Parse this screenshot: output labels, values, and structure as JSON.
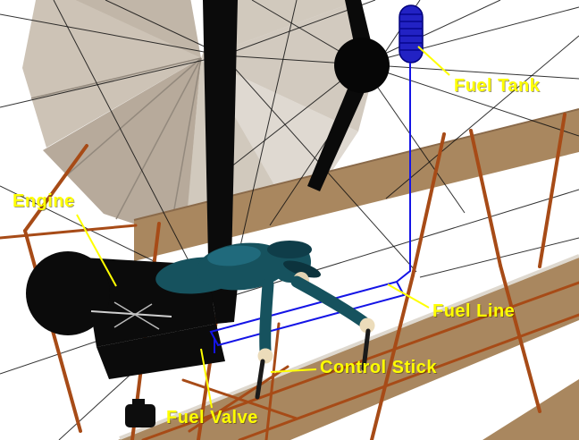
{
  "labels": {
    "fuel_tank": "Fuel Tank",
    "engine": "Engine",
    "fuel_line": "Fuel Line",
    "control_stick": "Control Stick",
    "fuel_valve": "Fuel Valve"
  },
  "colors": {
    "label": "#ffff00",
    "fuel": "#1414e6",
    "tank": "#2222c4",
    "wing": "#a9875f",
    "strut": "#a74b17",
    "pilot": "#16525e",
    "engine": "#0b0b0b",
    "bg": "#ffffff"
  }
}
